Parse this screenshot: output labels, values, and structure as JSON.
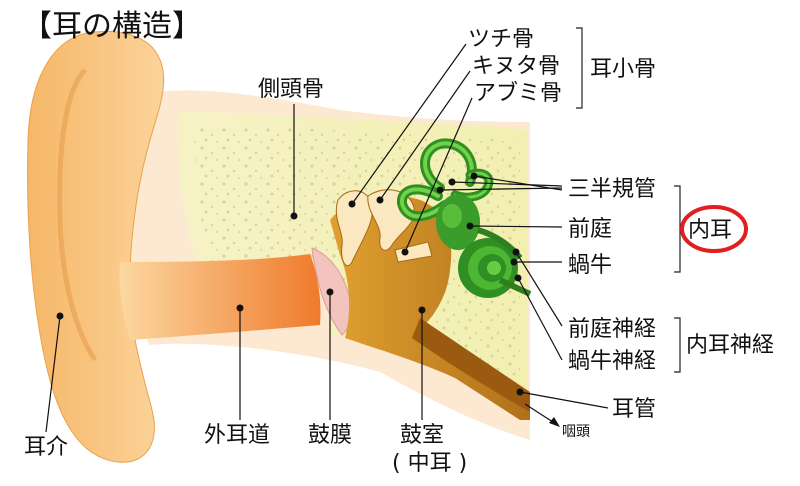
{
  "title": "【耳の構造】",
  "labels": {
    "tsuchi": "ツチ骨",
    "kinuta": "キヌタ骨",
    "abumi": "アブミ骨",
    "ossicles": "耳小骨",
    "temporal": "側頭骨",
    "canals": "三半規管",
    "vestibule": "前庭",
    "cochlea": "蝸牛",
    "inner_ear": "内耳",
    "vest_nerve": "前庭神経",
    "coch_nerve": "蝸牛神経",
    "inner_nerve": "内耳神経",
    "auricle": "耳介",
    "ext_canal": "外耳道",
    "eardrum": "鼓膜",
    "tympanic": "鼓室",
    "middle_ear": "( 中耳 )",
    "eustachian": "耳管",
    "pharynx": "咽頭"
  },
  "colors": {
    "auricle": "#f6b768",
    "canal": "#f08c3c",
    "bone": "#f3f1b8",
    "middle_ear": "#c9851f",
    "inner_ear": "#3a9c2a",
    "inner_ear_light": "#66cc44",
    "eardrum": "#f3c4bd",
    "highlight_circle": "#e02020"
  }
}
